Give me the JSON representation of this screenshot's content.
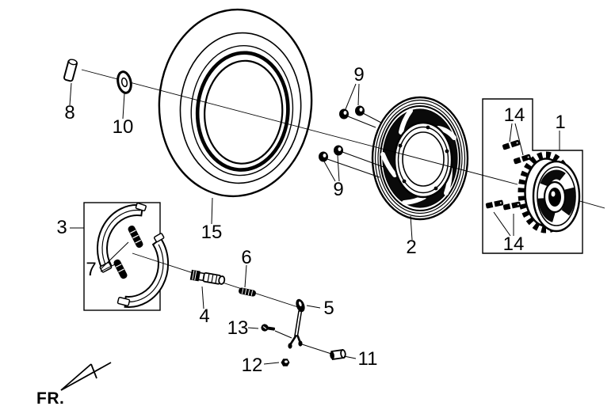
{
  "figure": {
    "kind": "exploded-parts-diagram",
    "subject": "rear wheel assembly",
    "background": "#ffffff",
    "line_color": "#000000"
  },
  "front_marker": {
    "label": "FR."
  },
  "callouts": [
    {
      "id": "c1",
      "label": "1"
    },
    {
      "id": "c2",
      "label": "2"
    },
    {
      "id": "c3",
      "label": "3"
    },
    {
      "id": "c4",
      "label": "4"
    },
    {
      "id": "c5",
      "label": "5"
    },
    {
      "id": "c6",
      "label": "6"
    },
    {
      "id": "c7",
      "label": "7"
    },
    {
      "id": "c8",
      "label": "8"
    },
    {
      "id": "c9a",
      "label": "9"
    },
    {
      "id": "c9b",
      "label": "9"
    },
    {
      "id": "c10",
      "label": "10"
    },
    {
      "id": "c11",
      "label": "11"
    },
    {
      "id": "c12",
      "label": "12"
    },
    {
      "id": "c13",
      "label": "13"
    },
    {
      "id": "c14a",
      "label": "14"
    },
    {
      "id": "c14b",
      "label": "14"
    },
    {
      "id": "c15",
      "label": "15"
    }
  ]
}
